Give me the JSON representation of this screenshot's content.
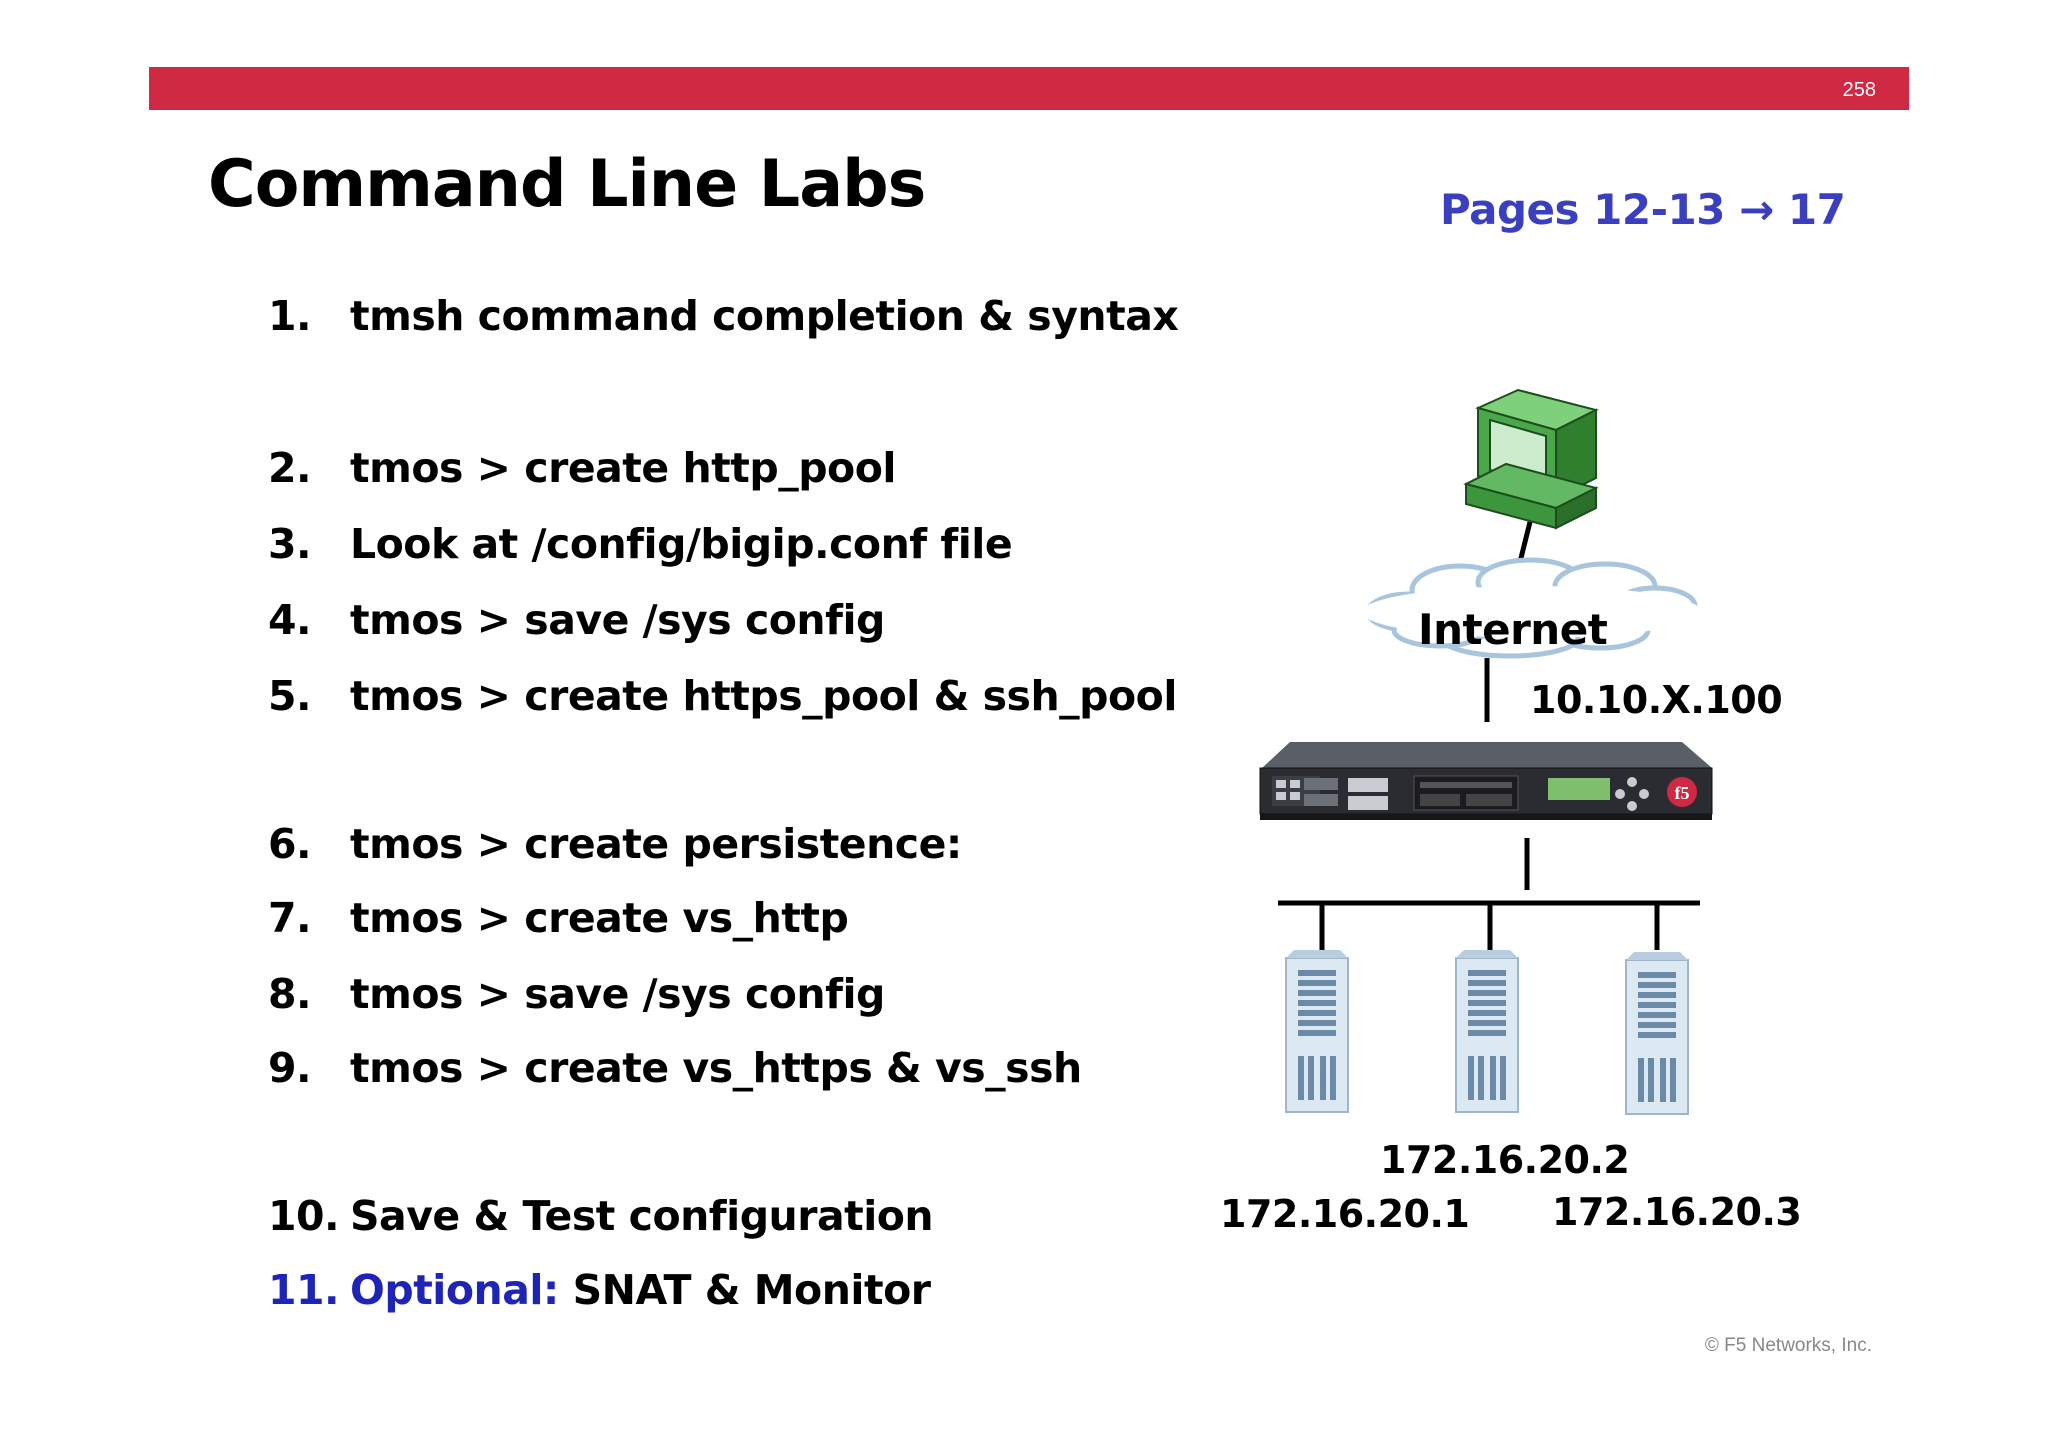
{
  "slide": {
    "number": "258",
    "title": "Command Line Labs",
    "pages_ref": "Pages 12-13 → 17",
    "copyright": "© F5 Networks, Inc."
  },
  "labs": [
    {
      "num": "1.",
      "text": "tmsh command completion & syntax"
    },
    {
      "num": "2.",
      "text": "tmos > create  http_pool"
    },
    {
      "num": "3.",
      "text": "Look at /config/bigip.conf  file"
    },
    {
      "num": "4.",
      "text": "tmos > save /sys config"
    },
    {
      "num": "5.",
      "text": "tmos > create  https_pool & ssh_pool"
    },
    {
      "num": "6.",
      "text": "tmos > create persistence:"
    },
    {
      "num": "7.",
      "text": "tmos > create  vs_http"
    },
    {
      "num": "8.",
      "text": "tmos > save /sys config"
    },
    {
      "num": "9.",
      "text": "tmos > create  vs_https & vs_ssh"
    },
    {
      "num": "10.",
      "text": "Save & Test configuration"
    },
    {
      "num": "11.",
      "highlight": "Optional:",
      "text": " SNAT & Monitor"
    }
  ],
  "diagram": {
    "internet_label": "Internet",
    "virtual_ip": "10.10.X.100",
    "servers": [
      "172.16.20.1",
      "172.16.20.2",
      "172.16.20.3"
    ],
    "icons": [
      "client-computer-icon",
      "internet-cloud-icon",
      "bigip-appliance-icon",
      "server-icon"
    ],
    "colors": {
      "bar": "#d02943",
      "accent_blue": "#3a3fc0",
      "optional_blue": "#1d24b6",
      "computer_green": "#4aa84a"
    }
  }
}
